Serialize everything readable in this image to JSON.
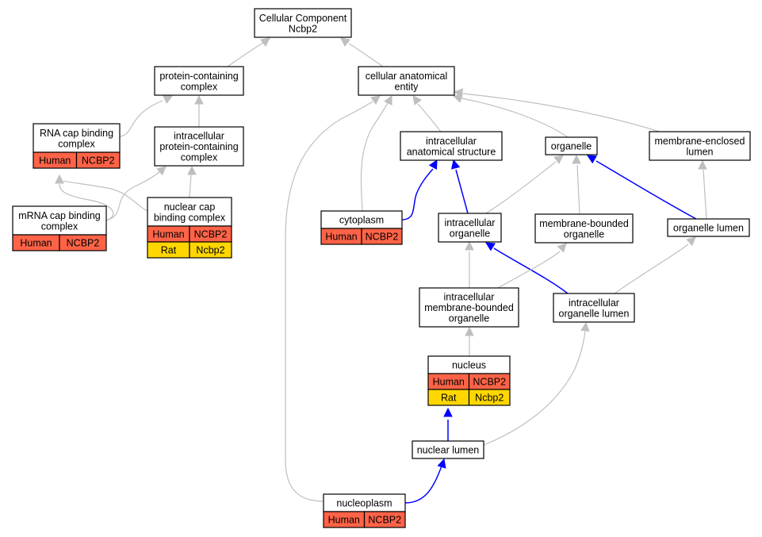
{
  "diagram": {
    "colors": {
      "human": "#ff6347",
      "rat": "#ffd700",
      "edge_is_a": "#bfbfbf",
      "edge_part_of": "#0000ff"
    },
    "nodes": [
      {
        "id": "cc",
        "lines": [
          "Cellular Component",
          "Ncbp2"
        ]
      },
      {
        "id": "pcc",
        "lines": [
          "protein-containing",
          "complex"
        ]
      },
      {
        "id": "cae",
        "lines": [
          "cellular anatomical",
          "entity"
        ]
      },
      {
        "id": "rcbc",
        "lines": [
          "RNA cap binding",
          "complex"
        ],
        "rows": [
          {
            "org": "Human",
            "gene": "NCBP2"
          }
        ]
      },
      {
        "id": "ipcc",
        "lines": [
          "intracellular",
          "protein-containing",
          "complex"
        ]
      },
      {
        "id": "ias",
        "lines": [
          "intracellular",
          "anatomical structure"
        ]
      },
      {
        "id": "org",
        "lines": [
          "organelle"
        ]
      },
      {
        "id": "mel",
        "lines": [
          "membrane-enclosed",
          "lumen"
        ]
      },
      {
        "id": "mcbc",
        "lines": [
          "mRNA cap binding",
          "complex"
        ],
        "rows": [
          {
            "org": "Human",
            "gene": "NCBP2"
          }
        ]
      },
      {
        "id": "ncbc",
        "lines": [
          "nuclear cap",
          "binding complex"
        ],
        "rows": [
          {
            "org": "Human",
            "gene": "NCBP2"
          },
          {
            "org": "Rat",
            "gene": "Ncbp2"
          }
        ]
      },
      {
        "id": "cyto",
        "lines": [
          "cytoplasm"
        ],
        "rows": [
          {
            "org": "Human",
            "gene": "NCBP2"
          }
        ]
      },
      {
        "id": "io",
        "lines": [
          "intracellular",
          "organelle"
        ]
      },
      {
        "id": "mbo",
        "lines": [
          "membrane-bounded",
          "organelle"
        ]
      },
      {
        "id": "ol",
        "lines": [
          "organelle lumen"
        ]
      },
      {
        "id": "imbo",
        "lines": [
          "intracellular",
          "membrane-bounded",
          "organelle"
        ]
      },
      {
        "id": "iol",
        "lines": [
          "intracellular",
          "organelle lumen"
        ]
      },
      {
        "id": "nuc",
        "lines": [
          "nucleus"
        ],
        "rows": [
          {
            "org": "Human",
            "gene": "NCBP2"
          },
          {
            "org": "Rat",
            "gene": "Ncbp2"
          }
        ]
      },
      {
        "id": "nl",
        "lines": [
          "nuclear lumen"
        ]
      },
      {
        "id": "np",
        "lines": [
          "nucleoplasm"
        ],
        "rows": [
          {
            "org": "Human",
            "gene": "NCBP2"
          }
        ]
      }
    ],
    "edges": [
      {
        "from": "pcc",
        "to": "cc",
        "type": "is_a"
      },
      {
        "from": "cae",
        "to": "cc",
        "type": "is_a"
      },
      {
        "from": "rcbc",
        "to": "pcc",
        "type": "is_a"
      },
      {
        "from": "ipcc",
        "to": "pcc",
        "type": "is_a"
      },
      {
        "from": "mcbc",
        "to": "rcbc",
        "type": "is_a"
      },
      {
        "from": "ncbc",
        "to": "rcbc",
        "type": "is_a"
      },
      {
        "from": "mcbc",
        "to": "ipcc",
        "type": "is_a"
      },
      {
        "from": "ncbc",
        "to": "ipcc",
        "type": "is_a"
      },
      {
        "from": "ias",
        "to": "cae",
        "type": "is_a"
      },
      {
        "from": "org",
        "to": "cae",
        "type": "is_a"
      },
      {
        "from": "mel",
        "to": "cae",
        "type": "is_a"
      },
      {
        "from": "cyto",
        "to": "cae",
        "type": "is_a"
      },
      {
        "from": "np",
        "to": "cae",
        "type": "is_a"
      },
      {
        "from": "cyto",
        "to": "ias",
        "type": "part_of"
      },
      {
        "from": "io",
        "to": "ias",
        "type": "part_of"
      },
      {
        "from": "io",
        "to": "org",
        "type": "is_a"
      },
      {
        "from": "mbo",
        "to": "org",
        "type": "is_a"
      },
      {
        "from": "ol",
        "to": "org",
        "type": "part_of"
      },
      {
        "from": "ol",
        "to": "mel",
        "type": "is_a"
      },
      {
        "from": "imbo",
        "to": "io",
        "type": "is_a"
      },
      {
        "from": "iol",
        "to": "io",
        "type": "part_of"
      },
      {
        "from": "imbo",
        "to": "mbo",
        "type": "is_a"
      },
      {
        "from": "iol",
        "to": "ol",
        "type": "is_a"
      },
      {
        "from": "nuc",
        "to": "imbo",
        "type": "is_a"
      },
      {
        "from": "nl",
        "to": "nuc",
        "type": "part_of"
      },
      {
        "from": "nl",
        "to": "iol",
        "type": "is_a"
      },
      {
        "from": "np",
        "to": "nl",
        "type": "part_of"
      }
    ]
  }
}
